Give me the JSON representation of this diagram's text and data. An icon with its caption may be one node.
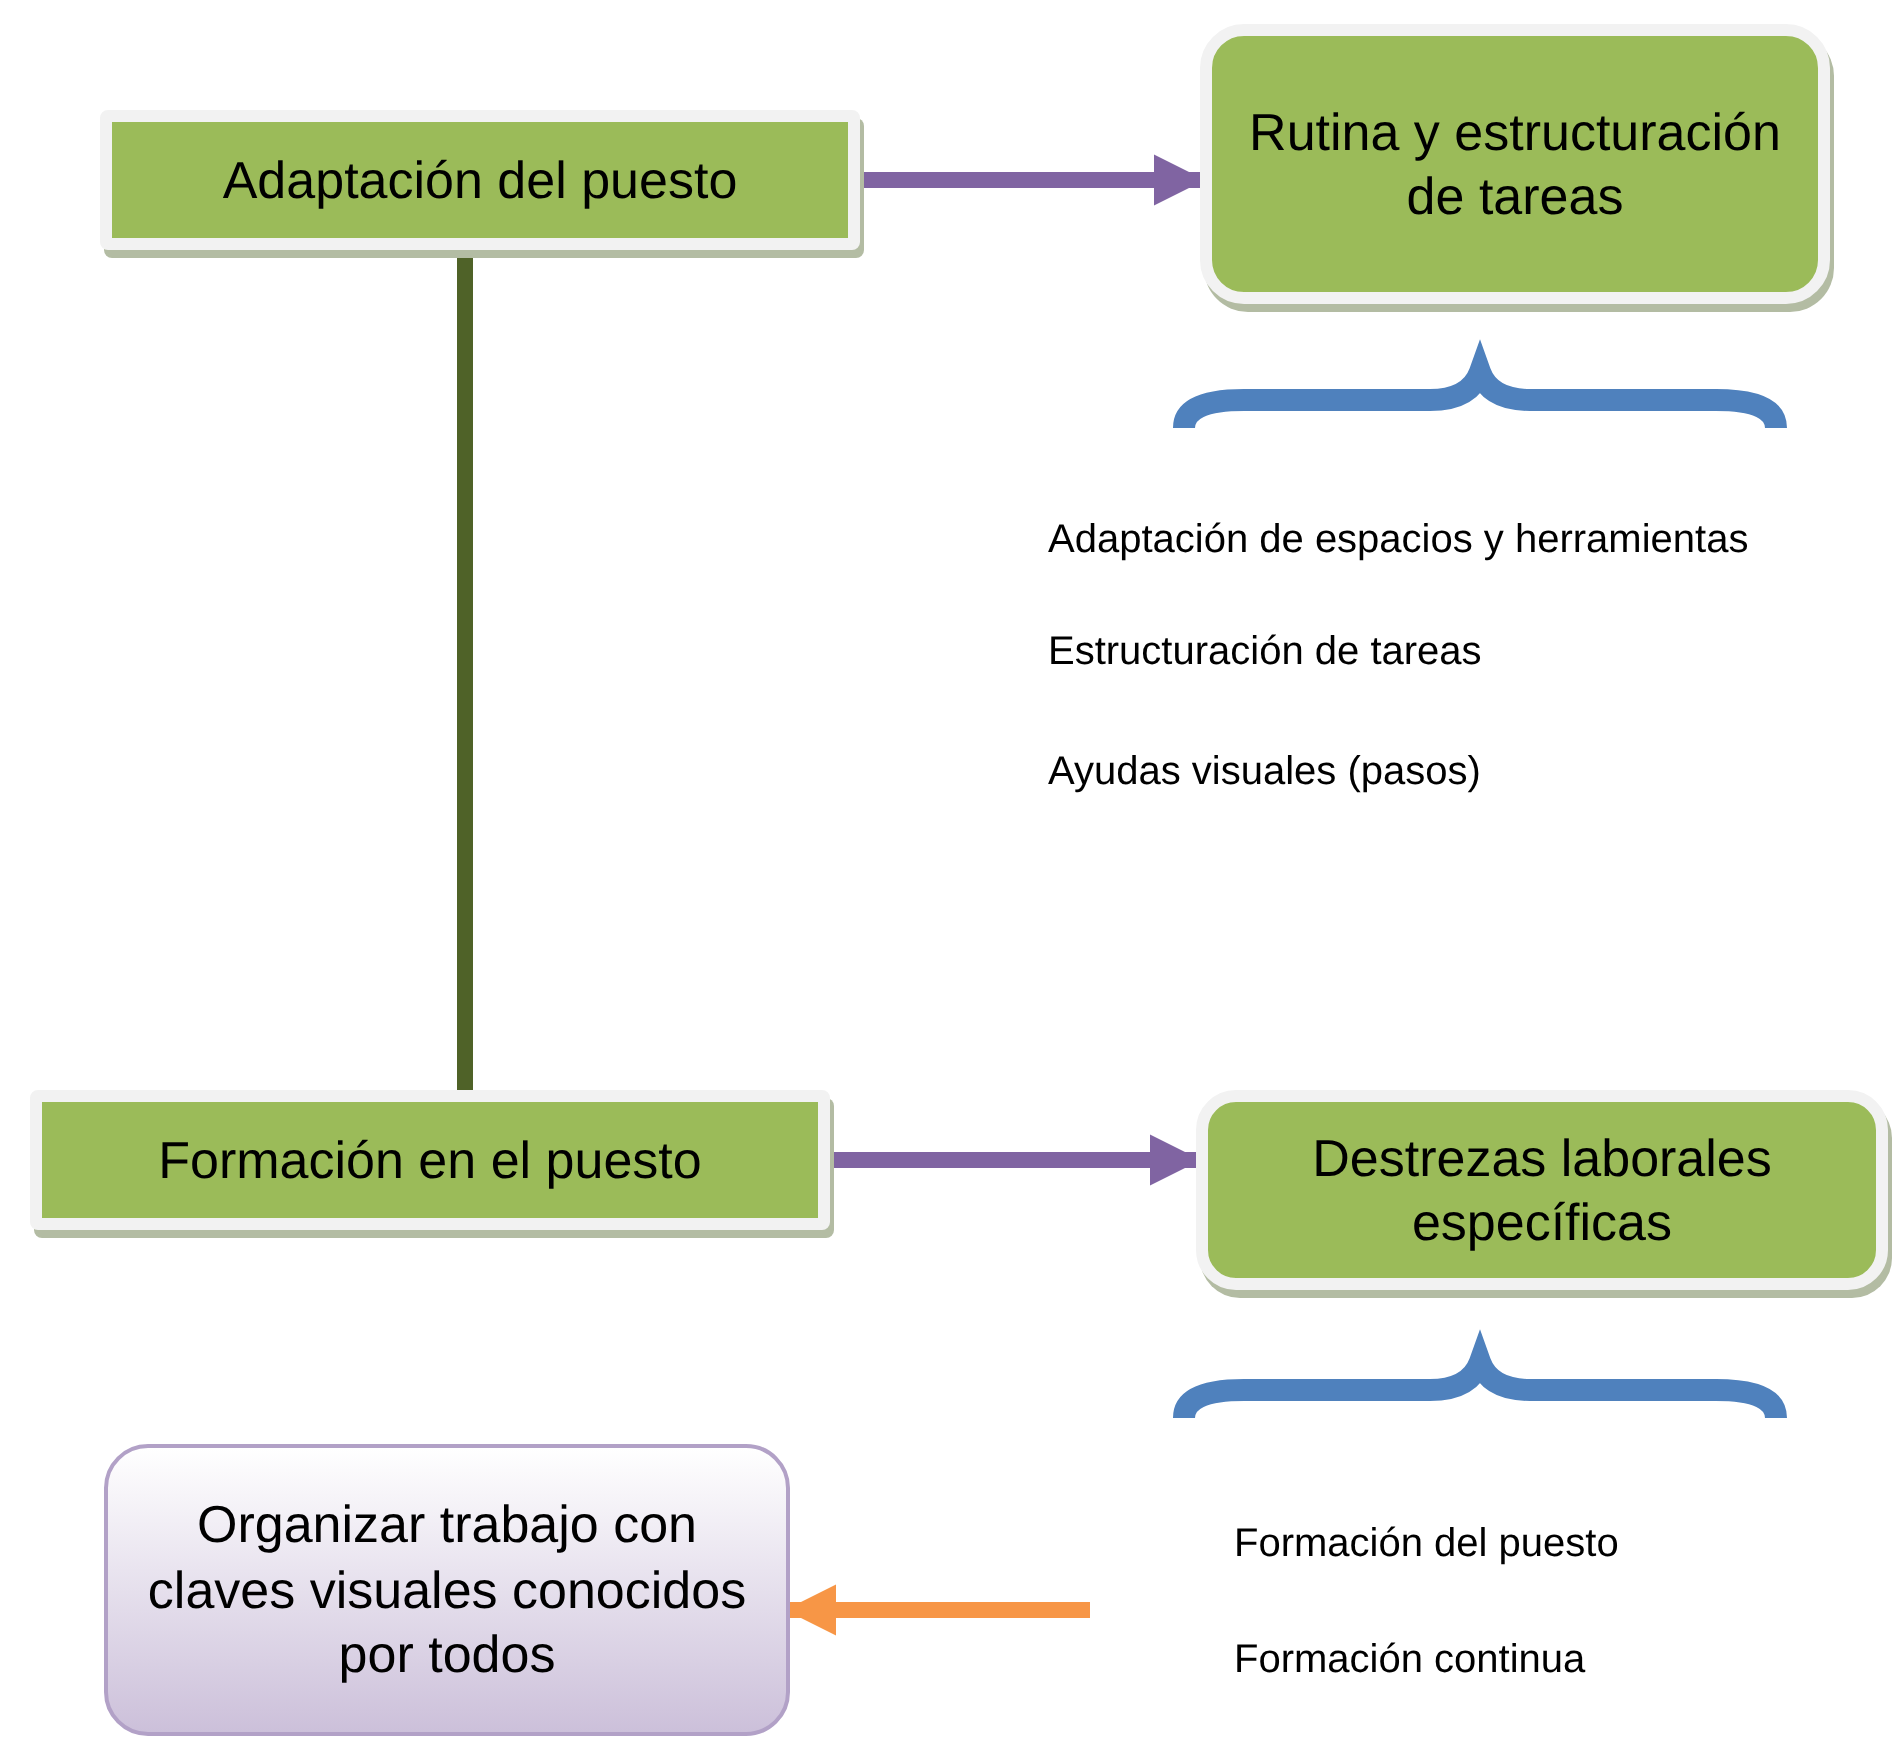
{
  "diagram": {
    "nodes": [
      {
        "text": [
          "Adaptación del puesto"
        ]
      },
      {
        "text": [
          "Rutina y estructuración de tareas"
        ]
      },
      {
        "text": [
          "Formación en el puesto"
        ]
      },
      {
        "text": [
          "Destrezas laborales específicas"
        ]
      },
      {
        "text": [
          "Organizar trabajo con claves visuales conocidos por todos"
        ]
      }
    ],
    "edges": [
      {
        "from": 0,
        "to": 1,
        "arrow": "to",
        "color": "#8064a2"
      },
      {
        "from": 0,
        "to": 2,
        "arrow": "none",
        "color": "#4f6228"
      },
      {
        "from": 2,
        "to": 3,
        "arrow": "to",
        "color": "#8064a2"
      },
      {
        "from": null,
        "to": 4,
        "arrow": "to",
        "color": "#f79646"
      }
    ],
    "labels": [
      "Adaptación de espacios y herramientas",
      "Estructuración de tareas",
      "Ayudas visuales (pasos)",
      "Formación del puesto",
      "Formación continua"
    ]
  }
}
